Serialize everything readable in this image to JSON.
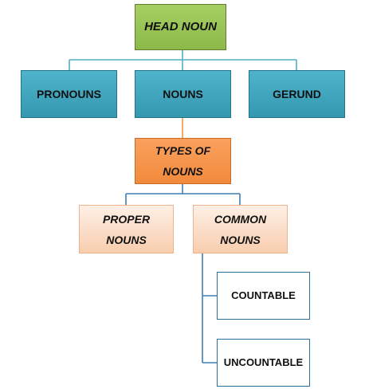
{
  "diagram": {
    "head": "HEAD NOUN",
    "level1": [
      "PRONOUNS",
      "NOUNS",
      "GERUND"
    ],
    "types": [
      "TYPES OF",
      "NOUNS"
    ],
    "proper": [
      "PROPER",
      "NOUNS"
    ],
    "common": [
      "COMMON",
      "NOUNS"
    ],
    "countable": "COUNTABLE",
    "uncountable": "UNCOUNTABLE"
  },
  "colors": {
    "head_fill": "#9bc455",
    "teal_fill": "#3da6bf",
    "types_fill": "#f5943f",
    "peach_fill": "#fbd9c0",
    "leaf_border": "#2e6c9a",
    "connector_blue": "#3d7fb0",
    "connector_teal": "#4fb0c6",
    "connector_orange": "#f5943f"
  }
}
